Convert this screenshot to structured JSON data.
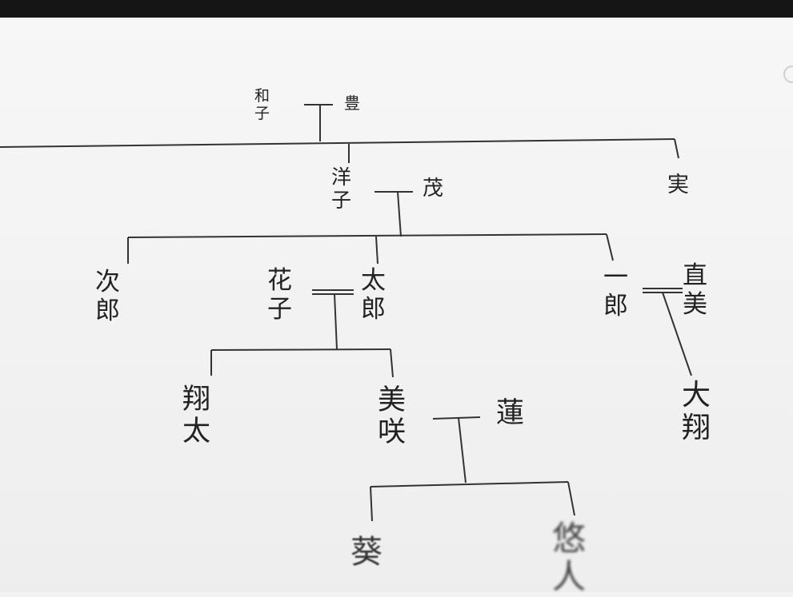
{
  "people": {
    "kazuko": "和\n子",
    "yutaka": "豊",
    "yoko": "洋\n子",
    "shigeru": "茂",
    "minoru": "実",
    "jiro": "次\n郎",
    "hanako": "花\n子",
    "taro": "太\n郎",
    "ichiro": "一\n郎",
    "naomi": "直\n美",
    "shota": "翔\n太",
    "misaki": "美\n咲",
    "ren": "蓮",
    "daisho": "大\n翔",
    "aoi": "葵",
    "yuto": "悠\n人"
  }
}
